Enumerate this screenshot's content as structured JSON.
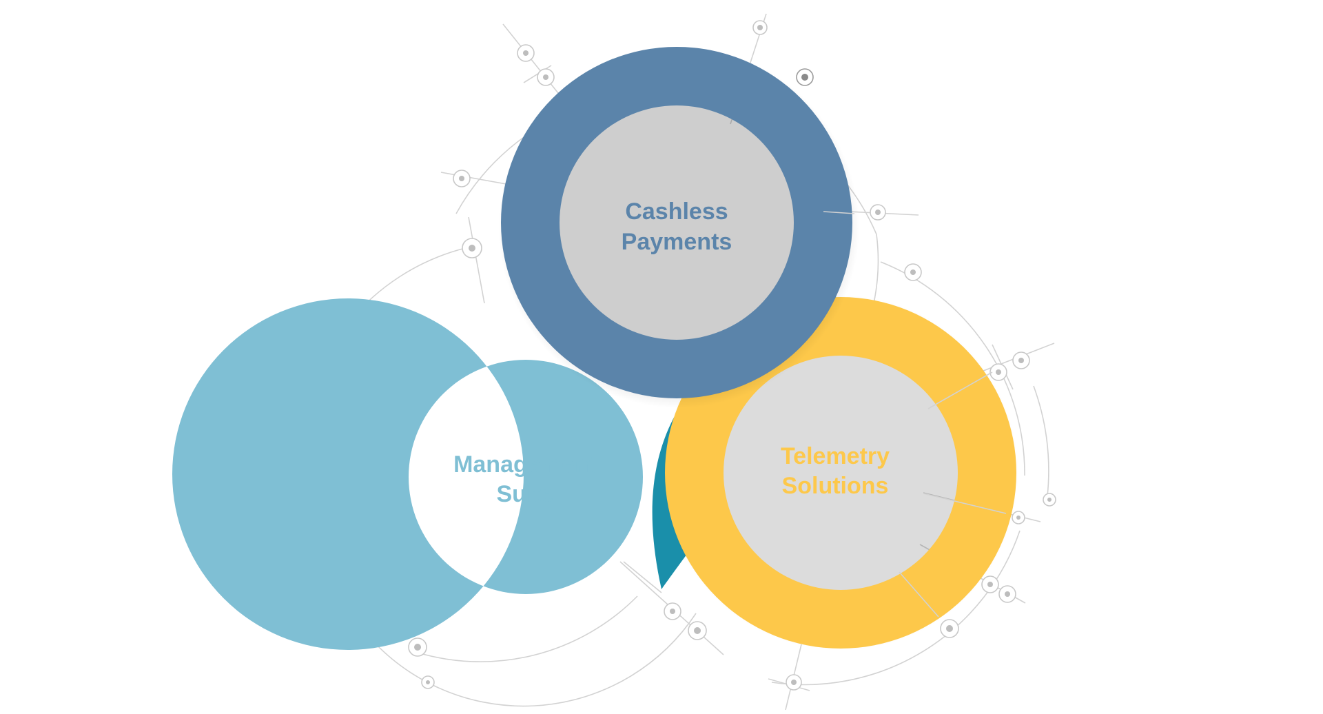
{
  "diagram": {
    "circles": [
      {
        "id": "cashless-payments",
        "line1": "Cashless",
        "line2": "Payments",
        "color": "#5b84aa"
      },
      {
        "id": "management-suite",
        "line1": "Management",
        "line2": "Suite",
        "color": "#7fbfd4"
      },
      {
        "id": "telemetry-solutions",
        "line1": "Telemetry",
        "line2": "Solutions",
        "color": "#fdc84a"
      }
    ],
    "overlap_colors": {
      "blue_over_light": "#6b88b0",
      "light_under_yellow": "#1a8faa"
    },
    "decoration_color": "#d2d2d2"
  }
}
